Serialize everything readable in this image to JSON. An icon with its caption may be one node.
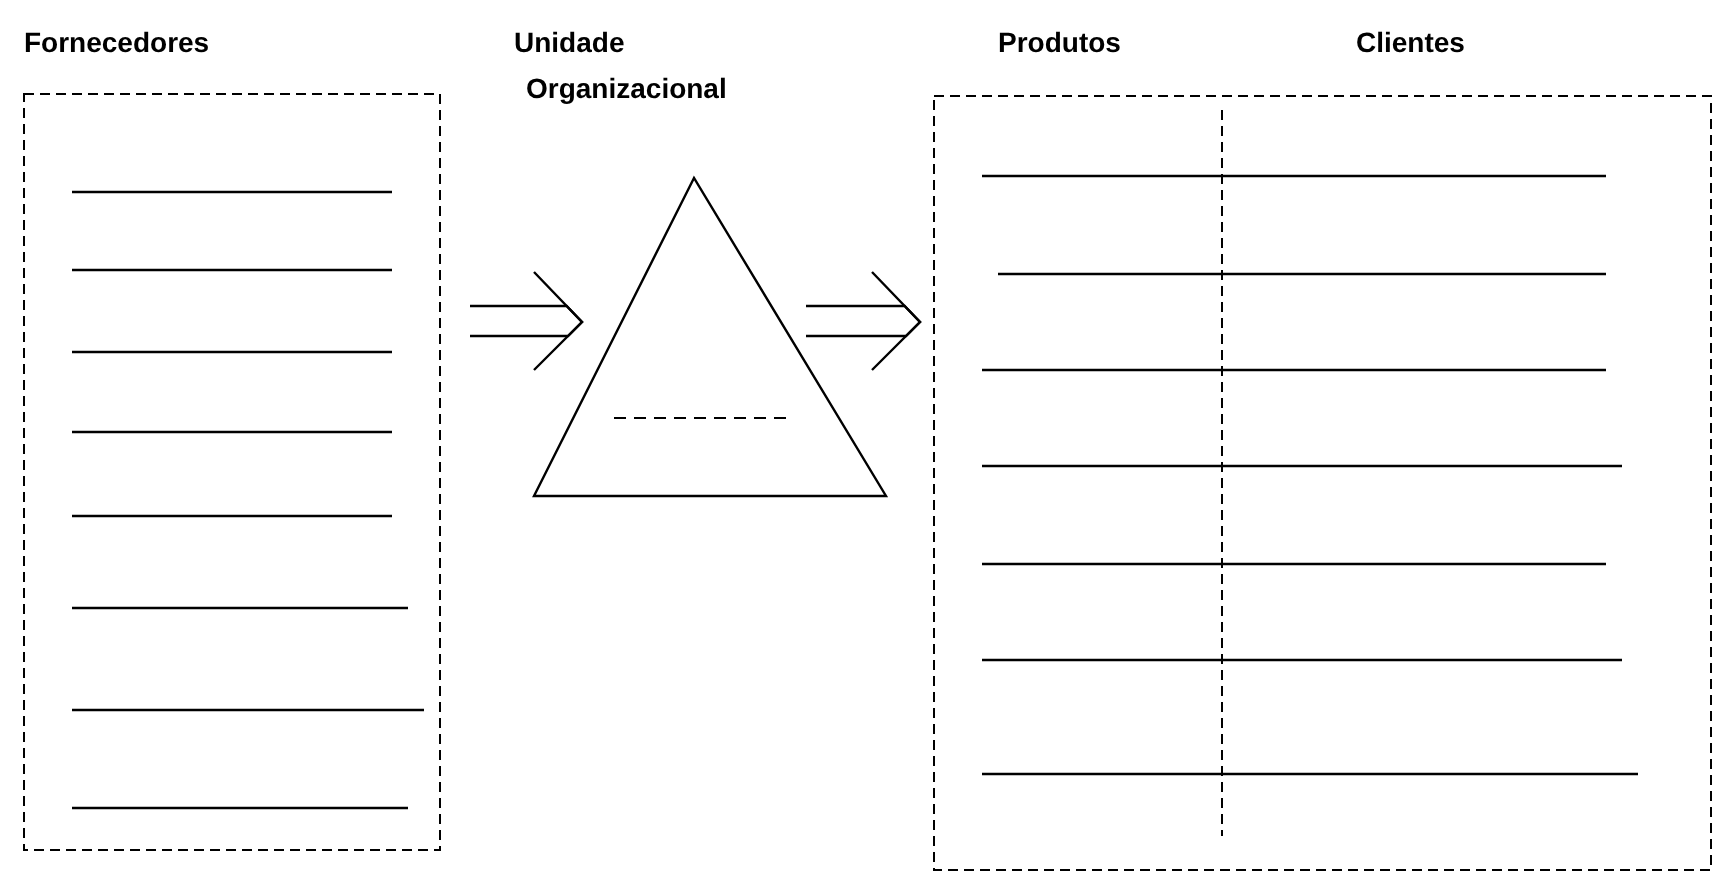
{
  "diagram": {
    "nodes": [
      {
        "text": [
          "Fornecedores"
        ]
      },
      {
        "text": [
          "Unidade Organizacional"
        ]
      },
      {
        "text": [
          "Produtos",
          "Clientes"
        ]
      }
    ],
    "edges": [
      {
        "from": 0,
        "to": 1,
        "arrow": "to"
      },
      {
        "from": 1,
        "to": 2,
        "arrow": "to"
      }
    ]
  }
}
